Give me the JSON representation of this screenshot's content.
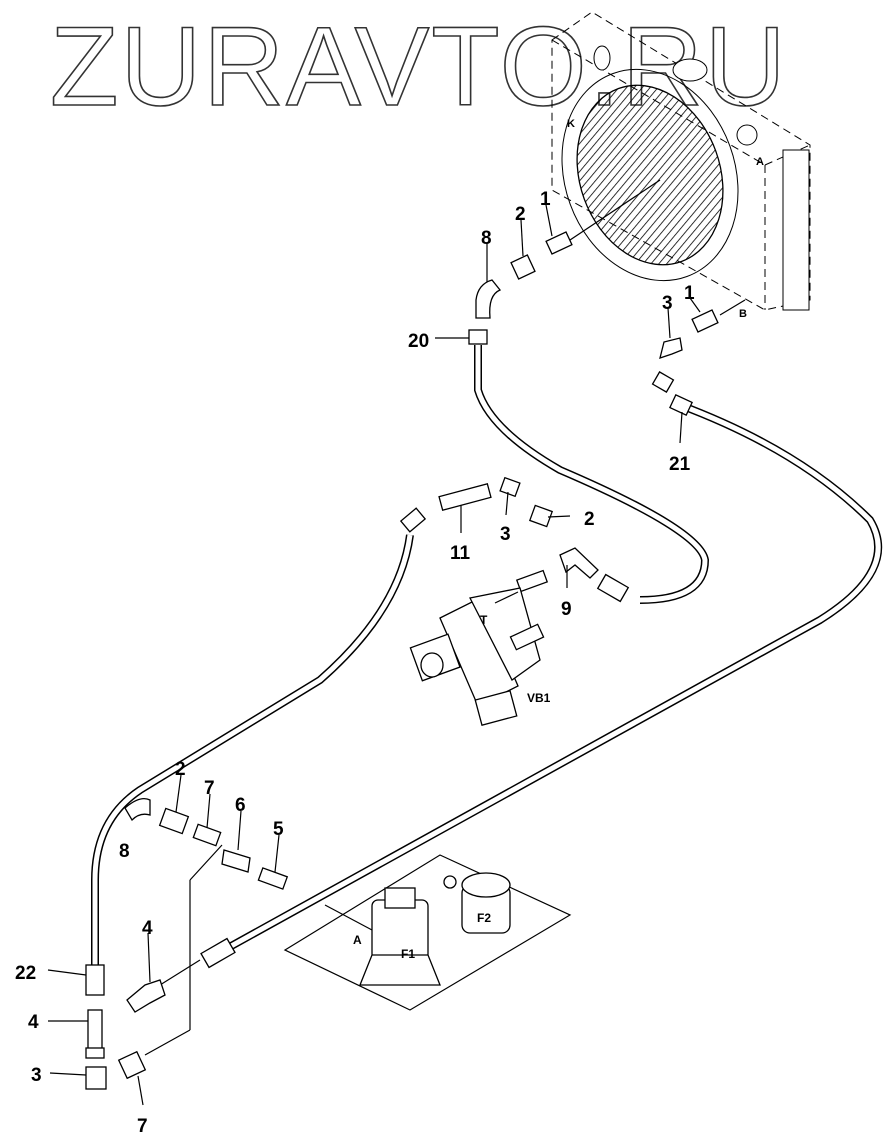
{
  "watermark": "ZURAVTO.RU",
  "labels": {
    "radiator_k": "K",
    "radiator_a": "A",
    "radiator_b": "B",
    "valve_t": "T",
    "valve_block": "VB1",
    "filter_a": "A",
    "filter_f1": "F1",
    "filter_f2": "F2"
  },
  "callouts": [
    {
      "id": "1",
      "text": "1"
    },
    {
      "id": "2",
      "text": "2"
    },
    {
      "id": "8",
      "text": "8"
    },
    {
      "id": "1b",
      "text": "1"
    },
    {
      "id": "3",
      "text": "3"
    },
    {
      "id": "20",
      "text": "20"
    },
    {
      "id": "21",
      "text": "21"
    },
    {
      "id": "11",
      "text": "11"
    },
    {
      "id": "3b",
      "text": "3"
    },
    {
      "id": "2b",
      "text": "2"
    },
    {
      "id": "9",
      "text": "9"
    },
    {
      "id": "2c",
      "text": "2"
    },
    {
      "id": "7",
      "text": "7"
    },
    {
      "id": "6",
      "text": "6"
    },
    {
      "id": "5",
      "text": "5"
    },
    {
      "id": "8b",
      "text": "8"
    },
    {
      "id": "4",
      "text": "4"
    },
    {
      "id": "22",
      "text": "22"
    },
    {
      "id": "4b",
      "text": "4"
    },
    {
      "id": "3c",
      "text": "3"
    },
    {
      "id": "7b",
      "text": "7"
    }
  ]
}
